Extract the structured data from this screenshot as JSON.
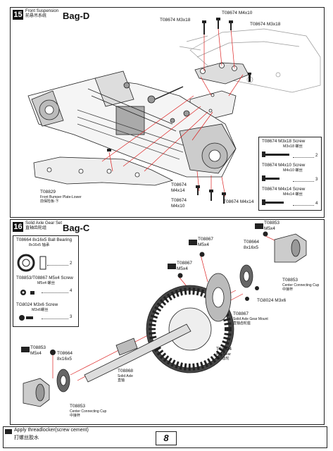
{
  "page_number": "8",
  "step15": {
    "number": "15",
    "title_en": "Front Suspension",
    "title_cn": "前悬吊系统",
    "bag": "Bag-D",
    "labels": {
      "m4x10_top": "T08674 M4x10",
      "m3x18_left": "T08674 M3x18",
      "m3x18_right": "T08674 M3x18",
      "bumper_code": "T08829",
      "bumper_en": "Front Bumper Plate-Lower",
      "bumper_cn": "前保险板-下",
      "m4x14_a_code": "T08674",
      "m4x14_a_size": "M4x14",
      "m4x10_b_code": "T08674",
      "m4x10_b_size": "M4x10",
      "m4x14_b": "T08674 M4x14"
    },
    "parts_box": [
      {
        "code": "T08674",
        "name": "M3x18 Screw",
        "size_cn": "M3x18 螺丝",
        "qty": "2"
      },
      {
        "code": "T08674",
        "name": "M4x10 Screw",
        "size_cn": "M4x10 螺丝",
        "qty": "3"
      },
      {
        "code": "T08674",
        "name": "M4x14 Screw",
        "size_cn": "M4x14 螺丝",
        "qty": "4"
      }
    ]
  },
  "step16": {
    "number": "16",
    "title_en": "Solid Axle Gear Set",
    "title_cn": "直轴齿轮组",
    "bag": "Bag-C",
    "parts_box": [
      {
        "name": "T08664 8x16x5 Ball Bearing",
        "sub": "8x16x5 轴承",
        "qty": "2"
      },
      {
        "name": "T08853/T08867 M5x4 Screw",
        "sub": "M5x4 螺丝",
        "qty": "4"
      },
      {
        "name": "TG8024 M3x6 Screw",
        "sub": "M3x6螺丝",
        "qty": "3"
      }
    ],
    "labels": {
      "t08853_top_code": "T08853",
      "t08853_top_size": "M5x4",
      "t08867_a_code": "T08867",
      "t08867_a_size": "M5x4",
      "t08867_b_code": "T08867",
      "t08867_b_size": "M5x4",
      "t08664_right_code": "T08664",
      "t08664_right_size": "8x16x5",
      "t08853_right_code": "T08853",
      "t08853_right_en": "Center Connecting Cup",
      "t08853_right_cn": "中接杯",
      "tg8024": "TG8024 M3x6",
      "t08867_mount_code": "T08867",
      "t08867_mount_en": "Solid Axle Gear Mount",
      "t08867_mount_cn": "直轴齿轮座",
      "t08824_code": "T08824",
      "t08824_en": "46T Gear",
      "t08824_cn": "46T齿轮",
      "t08868_code": "T08868",
      "t08868_en": "Solid Axle",
      "t08868_cn": "直轴",
      "t08853_left_code": "T08853",
      "t08853_left_size": "M5x4",
      "t08664_left_code": "T08664",
      "t08664_left_size": "8x16x5",
      "t08853_bottom_code": "T08853",
      "t08853_bottom_en": "Center Connecting Cup",
      "t08853_bottom_cn": "中接杯"
    }
  },
  "footer": {
    "line1": "Apply threadlocker(screw cement)",
    "line2": "打螺丝胶水"
  }
}
